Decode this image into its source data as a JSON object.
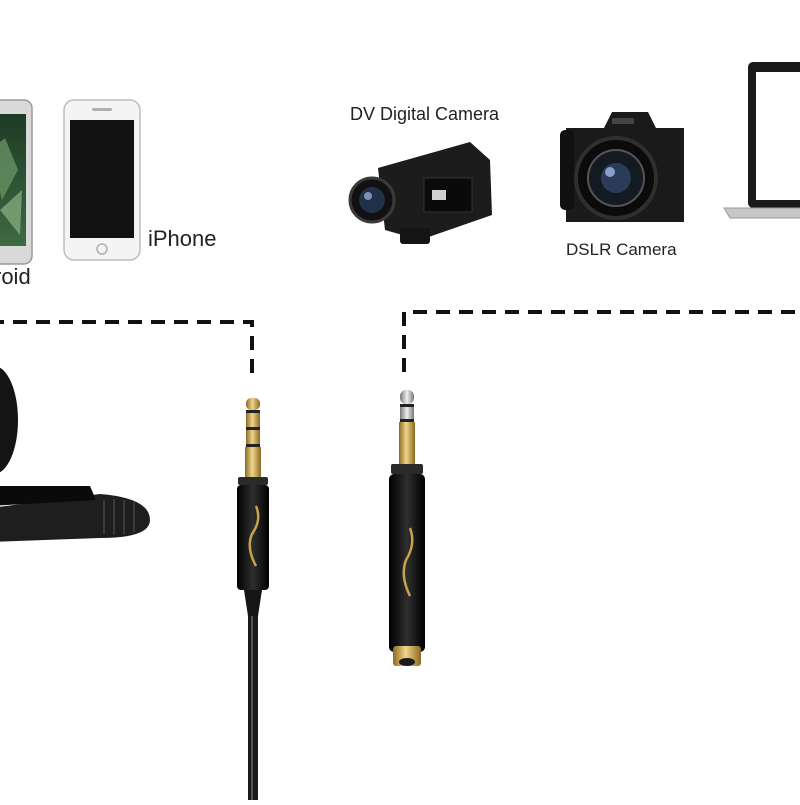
{
  "devices": {
    "android_label": "roid",
    "iphone_label": "iPhone",
    "dv_label": "DV Digital Camera",
    "dslr_label": "DSLR Camera"
  },
  "palette": {
    "line": "#111111",
    "gold": "#c9a34a",
    "metal": "#b9b9b9",
    "body": "#0d0d0d"
  }
}
